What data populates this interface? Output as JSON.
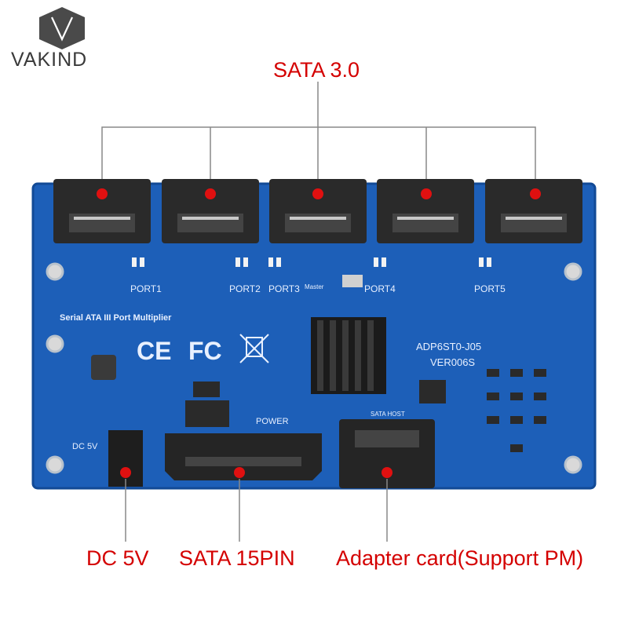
{
  "brand": {
    "name": "VAKIND"
  },
  "callouts": {
    "top": "SATA 3.0",
    "dc": "DC 5V",
    "sata15": "SATA 15PIN",
    "adapter": "Adapter card(Support PM)"
  },
  "board": {
    "title": "Serial ATA III Port Multiplier",
    "ports": [
      "PORT1",
      "PORT2",
      "PORT3",
      "PORT4",
      "PORT5"
    ],
    "master": "Master",
    "model": "ADP6ST0-J05",
    "version": "VER006S",
    "power": "POWER",
    "dc_label": "DC 5V",
    "sata_host": "SATA HOST",
    "ce_mark": "CE",
    "fc_mark": "FC"
  },
  "colors": {
    "pcb": "#1d5fb8",
    "callout": "#d40000",
    "connector": "#2a2a2a"
  }
}
